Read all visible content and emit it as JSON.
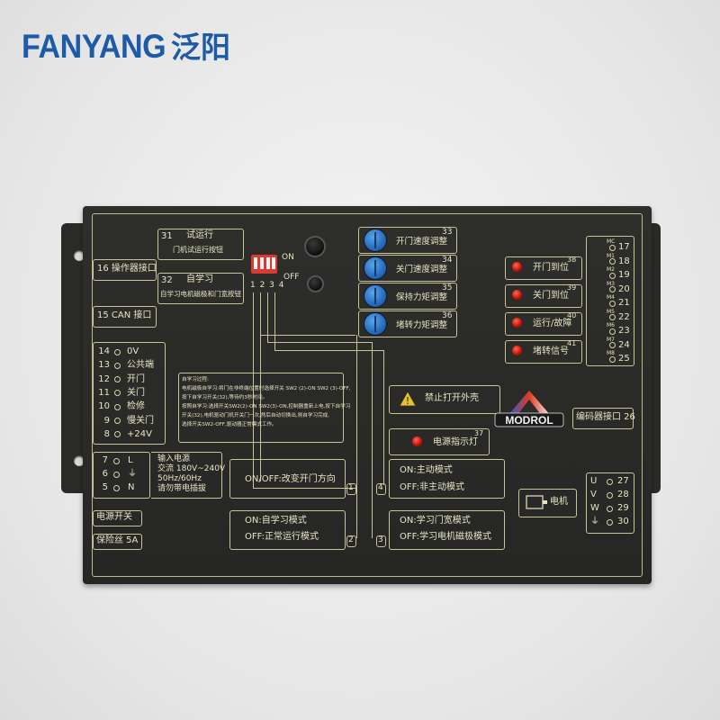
{
  "brand": {
    "en": "FANYANG",
    "cn": "泛阳"
  },
  "panel": {
    "trial": {
      "num": "31",
      "title": "试运行",
      "sub": "门机试运行按钮"
    },
    "learn": {
      "num": "32",
      "title": "自学习",
      "sub": "自学习电机磁极和门宽按钮"
    },
    "operator": "16 操作器接口",
    "can": "15 CAN 接口",
    "dip": {
      "on": "ON",
      "off": "OFF",
      "numbers": "1 2 3 4"
    },
    "terminals_left": [
      {
        "num": "14",
        "label": "0V"
      },
      {
        "num": "13",
        "label": "公共端"
      },
      {
        "num": "12",
        "label": "开门"
      },
      {
        "num": "11",
        "label": "关门"
      },
      {
        "num": "10",
        "label": "检修"
      },
      {
        "num": "9",
        "label": "慢关门"
      },
      {
        "num": "8",
        "label": "+24V"
      }
    ],
    "power_terms": [
      {
        "num": "7",
        "label": "L"
      },
      {
        "num": "6",
        "label": "⏚"
      },
      {
        "num": "5",
        "label": "N"
      }
    ],
    "power_input": [
      "输入电源",
      "交流 180V~240V",
      "50Hz/60Hz",
      "请勿带电插拔"
    ],
    "power_switch": "电源开关",
    "fuse": "保险丝 5A",
    "instructions": [
      "自学习过程:",
      "电机磁极自学习:将门在非终端位置时选择开关 SW2 (2)-ON  SW2 (3)-OFF,",
      "按下自学习开关(32),等待约3秒时间。",
      "按照自学习:选择开关SW2(2)-ON  SW2(3)-ON,控制器重新上电,按下自学习",
      "开关(32),电机驱动门机开关门一次,然后自动切换出,则自学习完成,",
      "选择开关SW2-OFF,驱动器正常模式工作。"
    ],
    "knobs": [
      {
        "label": "开门速度调整",
        "num": "33"
      },
      {
        "label": "关门速度调整",
        "num": "34"
      },
      {
        "label": "保持力矩调整",
        "num": "35"
      },
      {
        "label": "堵转力矩调整",
        "num": "36"
      }
    ],
    "warning": "禁止打开外壳",
    "warning_symbol": "!",
    "power_led": {
      "label": "电源指示灯",
      "num": "37"
    },
    "status_leds": [
      {
        "label": "开门到位",
        "num": "38"
      },
      {
        "label": "关门到位",
        "num": "39"
      },
      {
        "label": "运行/故障",
        "num": "40"
      },
      {
        "label": "堵转信号",
        "num": "41"
      }
    ],
    "right_terms": [
      {
        "code": "MC",
        "num": "17"
      },
      {
        "code": "M1",
        "num": "18"
      },
      {
        "code": "M2",
        "num": "19"
      },
      {
        "code": "M3",
        "num": "20"
      },
      {
        "code": "M4",
        "num": "21"
      },
      {
        "code": "M5",
        "num": "22"
      },
      {
        "code": "M6",
        "num": "23"
      },
      {
        "code": "M7",
        "num": "24"
      },
      {
        "code": "M8",
        "num": "25"
      }
    ],
    "modrol": "MODROL",
    "encoder": "编码器接口 26",
    "motor_terms": [
      {
        "code": "U",
        "num": "27"
      },
      {
        "code": "V",
        "num": "28"
      },
      {
        "code": "W",
        "num": "29"
      },
      {
        "code": "⏚",
        "num": "30"
      }
    ],
    "motor_label": "电机",
    "switch_boxes": {
      "s1": {
        "text": "ON/OFF:改变开门方向",
        "num": "1"
      },
      "s2": {
        "on": "ON:自学习模式",
        "off": "OFF:正常运行模式",
        "num": "2"
      },
      "s3": {
        "on": "ON:学习门宽模式",
        "off": "OFF:学习电机磁极模式",
        "num": "3"
      },
      "s4": {
        "on": "ON:主动模式",
        "off": "OFF:非主动模式",
        "num": "4"
      }
    }
  }
}
